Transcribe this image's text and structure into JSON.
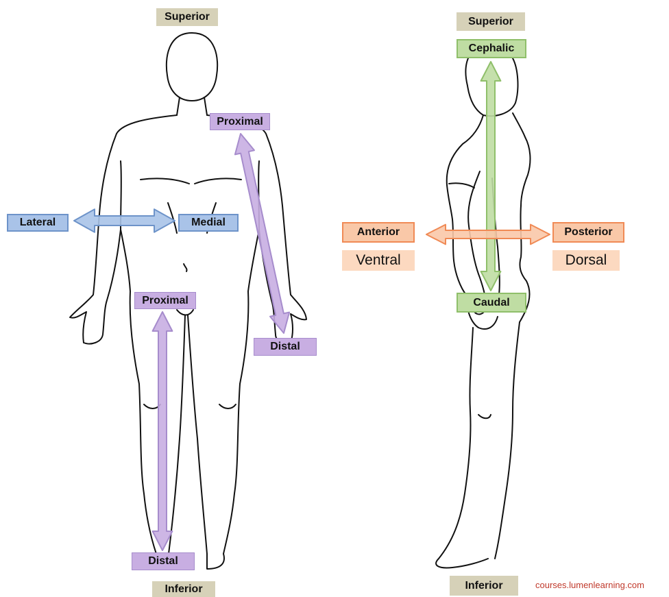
{
  "front": {
    "superior": "Superior",
    "inferior": "Inferior",
    "lateral": "Lateral",
    "medial": "Medial",
    "arm_proximal": "Proximal",
    "arm_distal": "Distal",
    "leg_proximal": "Proximal",
    "leg_distal": "Distal"
  },
  "side": {
    "superior": "Superior",
    "cephalic": "Cephalic",
    "caudal": "Caudal",
    "anterior": "Anterior",
    "ventral": "Ventral",
    "posterior": "Posterior",
    "dorsal": "Dorsal",
    "inferior": "Inferior"
  },
  "credit": "courses.lumenlearning.com",
  "colors": {
    "blue_arrow": "#a9c3e8",
    "purple_arrow": "#c8aee2",
    "green_arrow": "#bfdda3",
    "orange_arrow": "#f9c8a8",
    "tan_label": "#d6d1b8"
  }
}
